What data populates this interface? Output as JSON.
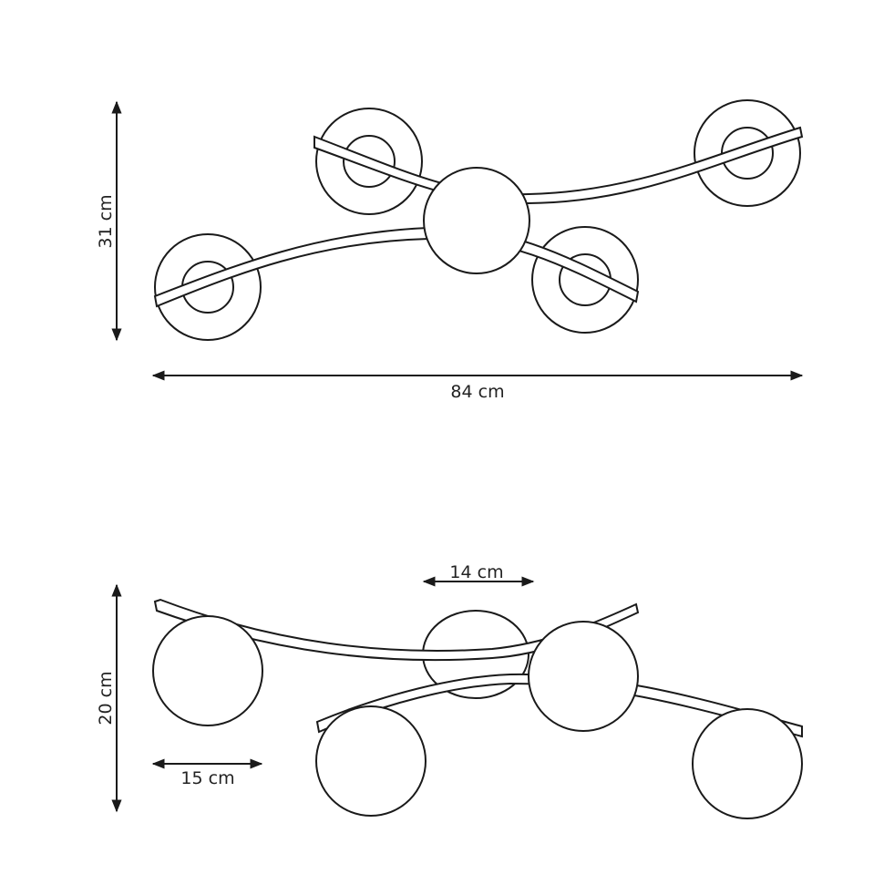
{
  "top_view": {
    "height_label": "31 cm",
    "width_label": "84 cm"
  },
  "side_view": {
    "height_label": "20 cm",
    "plate_label": "14 cm",
    "globe_label": "15 cm"
  },
  "colors": {
    "line": "#1a1a1a",
    "background": "#ffffff"
  }
}
